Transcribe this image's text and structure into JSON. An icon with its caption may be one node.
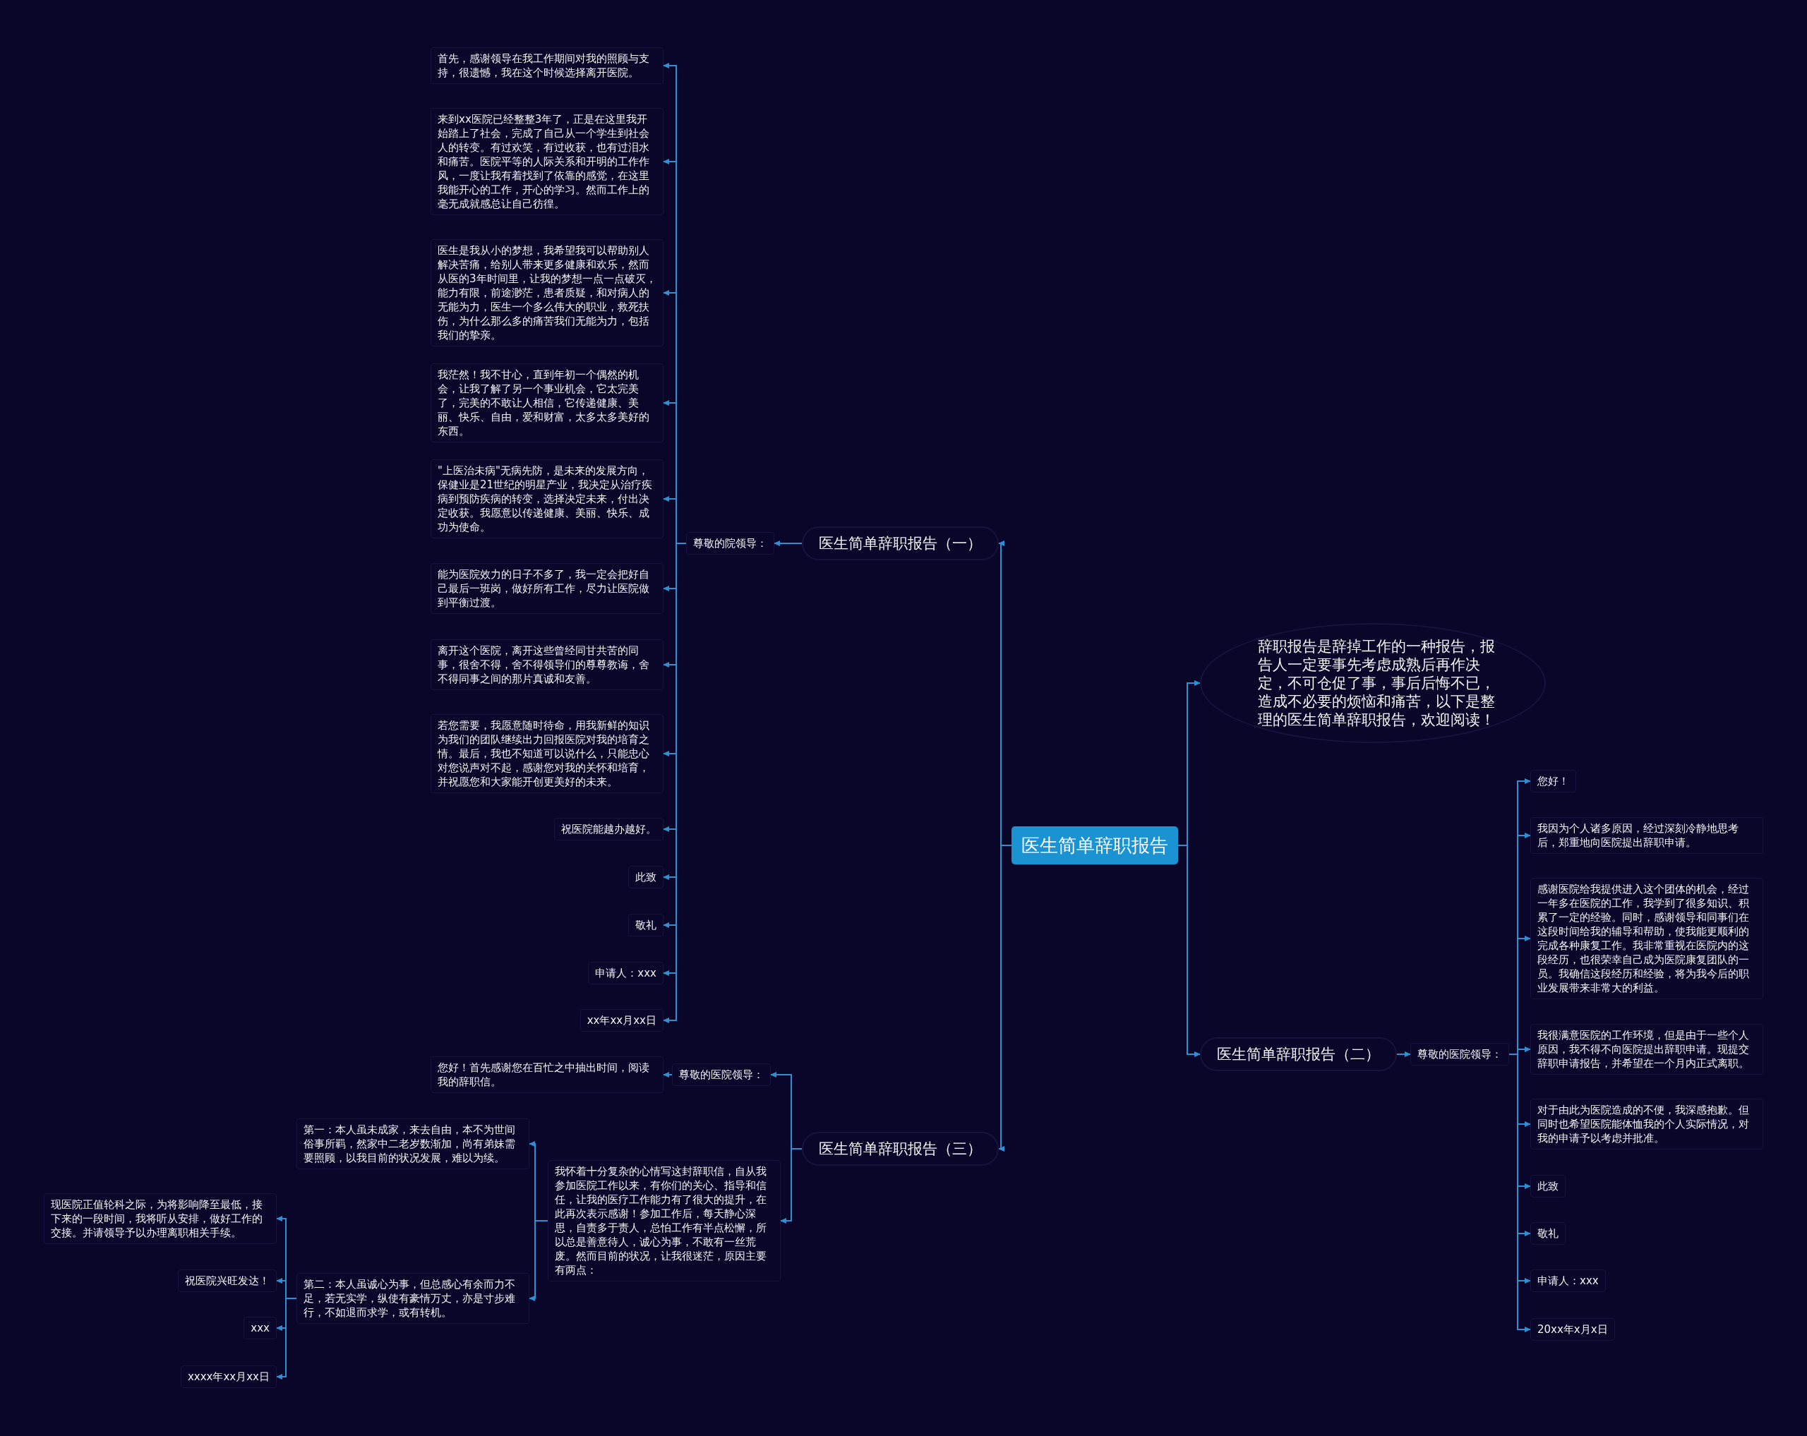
{
  "diagram": {
    "nodes": [
      {
        "text": [
          "医生简单辞职报告"
        ]
      },
      {
        "text": [
          "辞职报告是辞掉工作的一种报告，报告人一定要事先考虑成熟后再作决定，不可仓促了事，事后后悔不已，造成不必要的烦恼和痛苦，以下是整理的医生简单辞职报告，欢迎阅读！"
        ]
      },
      {
        "text": [
          "医生简单辞职报告（一）"
        ]
      },
      {
        "text": [
          "尊敬的院领导："
        ]
      },
      {
        "text": [
          "首先，感谢领导在我工作期间对我的照顾与支持，很遗憾，我在这个时候选择离开医院。"
        ]
      },
      {
        "text": [
          "来到xx医院已经整整3年了，正是在这里我开始踏上了社会，完成了自己从一个学生到社会人的转变。有过欢笑，有过收获，也有过泪水和痛苦。医院平等的人际关系和开明的工作作风，一度让我有着找到了依靠的感觉，在这里我能开心的工作，开心的学习。然而工作上的毫无成就感总让自己彷徨。"
        ]
      },
      {
        "text": [
          "医生是我从小的梦想，我希望我可以帮助别人解决苦痛，给别人带来更多健康和欢乐，然而从医的3年时间里，让我的梦想一点一点破灭，能力有限，前途渺茫，患者质疑，和对病人的无能为力，医生一个多么伟大的职业，救死扶伤，为什么那么多的痛苦我们无能为力，包括我们的挚亲。"
        ]
      },
      {
        "text": [
          "我茫然！我不甘心，直到年初一个偶然的机会，让我了解了另一个事业机会，它太完美了，完美的不敢让人相信，它传递健康、美丽、快乐、自由，爱和财富，太多太多美好的东西。"
        ]
      },
      {
        "text": [
          "\"上医治未病\"无病先防，是未来的发展方向，保健业是21世纪的明星产业，我决定从治疗疾病到预防疾病的转变，选择决定未来，付出决定收获。我愿意以传递健康、美丽、快乐、成功为使命。"
        ]
      },
      {
        "text": [
          "能为医院效力的日子不多了，我一定会把好自己最后一班岗，做好所有工作，尽力让医院做到平衡过渡。"
        ]
      },
      {
        "text": [
          "离开这个医院，离开这些曾经同甘共苦的同事，很舍不得，舍不得领导们的尊尊教诲，舍不得同事之间的那片真诚和友善。"
        ]
      },
      {
        "text": [
          "若您需要，我愿意随时待命，用我新鲜的知识为我们的团队继续出力回报医院对我的培育之情。最后，我也不知道可以说什么，只能忠心对您说声对不起，感谢您对我的关怀和培育，并祝愿您和大家能开创更美好的未来。"
        ]
      },
      {
        "text": [
          "祝医院能越办越好。"
        ]
      },
      {
        "text": [
          "此致"
        ]
      },
      {
        "text": [
          "敬礼"
        ]
      },
      {
        "text": [
          "申请人：xxx"
        ]
      },
      {
        "text": [
          "xx年xx月xx日"
        ]
      },
      {
        "text": [
          "医生简单辞职报告（二）"
        ]
      },
      {
        "text": [
          "尊敬的医院领导："
        ]
      },
      {
        "text": [
          "您好！"
        ]
      },
      {
        "text": [
          "我因为个人诸多原因，经过深刻冷静地思考后，郑重地向医院提出辞职申请。"
        ]
      },
      {
        "text": [
          "感谢医院给我提供进入这个团体的机会，经过一年多在医院的工作，我学到了很多知识、积累了一定的经验。同时，感谢领导和同事们在这段时间给我的辅导和帮助，使我能更顺利的完成各种康复工作。我非常重视在医院内的这段经历，也很荣幸自己成为医院康复团队的一员。我确信这段经历和经验，将为我今后的职业发展带来非常大的利益。"
        ]
      },
      {
        "text": [
          "我很满意医院的工作环境，但是由于一些个人原因，我不得不向医院提出辞职申请。现提交辞职申请报告，并希望在一个月内正式离职。"
        ]
      },
      {
        "text": [
          "对于由此为医院造成的不便，我深感抱歉。但同时也希望医院能体恤我的个人实际情况，对我的申请予以考虑并批准。"
        ]
      },
      {
        "text": [
          "此致"
        ]
      },
      {
        "text": [
          "敬礼"
        ]
      },
      {
        "text": [
          "申请人：xxx"
        ]
      },
      {
        "text": [
          "20xx年x月x日"
        ]
      },
      {
        "text": [
          "医生简单辞职报告（三）"
        ]
      },
      {
        "text": [
          "尊敬的医院领导："
        ]
      },
      {
        "text": [
          "您好！首先感谢您在百忙之中抽出时间，阅读我的辞职信。"
        ]
      },
      {
        "text": [
          "我怀着十分复杂的心情写这封辞职信，自从我参加医院工作以来，有你们的关心、指导和信任，让我的医疗工作能力有了很大的提升，在此再次表示感谢！参加工作后，每天静心深思，自责多于责人，总怕工作有半点松懈，所以总是善意待人，诚心为事，不敢有一丝荒废。然而目前的状况，让我很迷茫，原因主要有两点："
        ]
      },
      {
        "text": [
          "第一：本人虽未成家，来去自由，本不为世间俗事所羁，然家中二老岁数渐加，尚有弟妹需要照顾，以我目前的状况发展，难以为续。"
        ]
      },
      {
        "text": [
          "第二：本人虽诚心为事，但总感心有余而力不足，若无实学，纵使有豪情万丈，亦是寸步难行，不如退而求学，或有转机。"
        ]
      },
      {
        "text": [
          "现医院正值轮科之际，为将影响降至最低，接下来的一段时间，我将听从安排，做好工作的交接。并请领导予以办理离职相关手续。"
        ]
      },
      {
        "text": [
          "祝医院兴旺发达！"
        ]
      },
      {
        "text": [
          "xxx"
        ]
      },
      {
        "text": [
          "xxxx年xx月xx日"
        ]
      }
    ],
    "edges": [
      {
        "from": 0,
        "to": 2,
        "arrow": "to"
      },
      {
        "from": 0,
        "to": 28,
        "arrow": "to"
      },
      {
        "from": 0,
        "to": 1,
        "arrow": "to"
      },
      {
        "from": 0,
        "to": 17,
        "arrow": "to"
      },
      {
        "from": 2,
        "to": 3,
        "arrow": "to"
      },
      {
        "from": 3,
        "to": 4,
        "arrow": "to"
      },
      {
        "from": 3,
        "to": 5,
        "arrow": "to"
      },
      {
        "from": 3,
        "to": 6,
        "arrow": "to"
      },
      {
        "from": 3,
        "to": 7,
        "arrow": "to"
      },
      {
        "from": 3,
        "to": 8,
        "arrow": "to"
      },
      {
        "from": 3,
        "to": 9,
        "arrow": "to"
      },
      {
        "from": 3,
        "to": 10,
        "arrow": "to"
      },
      {
        "from": 3,
        "to": 11,
        "arrow": "to"
      },
      {
        "from": 3,
        "to": 12,
        "arrow": "to"
      },
      {
        "from": 3,
        "to": 13,
        "arrow": "to"
      },
      {
        "from": 3,
        "to": 14,
        "arrow": "to"
      },
      {
        "from": 3,
        "to": 15,
        "arrow": "to"
      },
      {
        "from": 3,
        "to": 16,
        "arrow": "to"
      },
      {
        "from": 17,
        "to": 18,
        "arrow": "to"
      },
      {
        "from": 18,
        "to": 19,
        "arrow": "to"
      },
      {
        "from": 18,
        "to": 20,
        "arrow": "to"
      },
      {
        "from": 18,
        "to": 21,
        "arrow": "to"
      },
      {
        "from": 18,
        "to": 22,
        "arrow": "to"
      },
      {
        "from": 18,
        "to": 23,
        "arrow": "to"
      },
      {
        "from": 18,
        "to": 24,
        "arrow": "to"
      },
      {
        "from": 18,
        "to": 25,
        "arrow": "to"
      },
      {
        "from": 18,
        "to": 26,
        "arrow": "to"
      },
      {
        "from": 18,
        "to": 27,
        "arrow": "to"
      },
      {
        "from": 28,
        "to": 29,
        "arrow": "to"
      },
      {
        "from": 28,
        "to": 31,
        "arrow": "to"
      },
      {
        "from": 29,
        "to": 30,
        "arrow": "to"
      },
      {
        "from": 31,
        "to": 32,
        "arrow": "to"
      },
      {
        "from": 31,
        "to": 33,
        "arrow": "to"
      },
      {
        "from": 33,
        "to": 34,
        "arrow": "to"
      },
      {
        "from": 33,
        "to": 35,
        "arrow": "to"
      },
      {
        "from": 33,
        "to": 36,
        "arrow": "to"
      },
      {
        "from": 33,
        "to": 37,
        "arrow": "to"
      }
    ]
  }
}
